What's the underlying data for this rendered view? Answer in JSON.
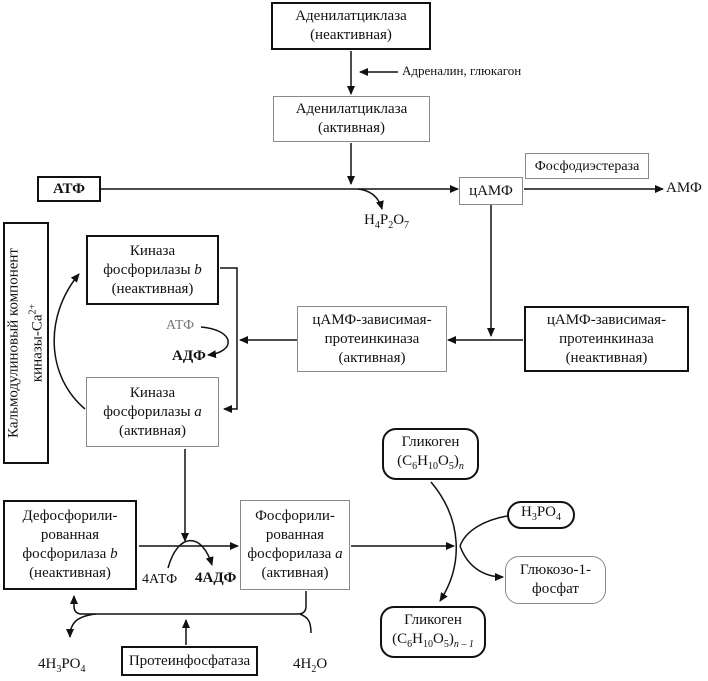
{
  "boxes": {
    "adenylate_inactive": [
      "Аденилатциклаза",
      "(неактивная)"
    ],
    "adenylate_active": [
      "Аденилатциклаза",
      "(активная)"
    ],
    "atp": "АТФ",
    "camp": "цАМФ",
    "phosphodiesterase": "Фосфодиэстераза",
    "camp_pk_active": [
      "цАМФ-зависимая-",
      "протеинкиназа",
      "(активная)"
    ],
    "camp_pk_inactive": [
      "цАМФ-зависимая-",
      "протеинкиназа",
      "(неактивная)"
    ],
    "kinase_b": [
      "Киназа",
      "фосфорилазы",
      "(неактивная)"
    ],
    "kinase_a": [
      "Киназа",
      "фосфорилазы",
      "(активная)"
    ],
    "calmodulin": [
      "Кальмодулиновый компонент",
      "киназы-Ca"
    ],
    "dephospho_b": [
      "Дефосфорили-",
      "рованная",
      "фосфорилаза",
      "(неактивная)"
    ],
    "phospho_a": [
      "Фосфорили-",
      "рованная",
      "фосфорилаза",
      "(активная)"
    ],
    "protein_phosphatase": "Протеинфосфатаза",
    "glycogen_n": [
      "Гликоген",
      "(C",
      "H",
      "O",
      ")"
    ],
    "glycogen_n1": [
      "Гликоген",
      "(C",
      "H",
      "O",
      ")"
    ],
    "h3po4": [
      "H",
      "PO"
    ],
    "glucose1p": [
      "Глюкозо-1-",
      "фосфат"
    ]
  },
  "labels": {
    "adrenaline": "Адреналин, глюкагон",
    "amp": "АМФ",
    "pyrophosphate": [
      "H",
      "P",
      "O"
    ],
    "atp_kinase": "АТФ",
    "adp_kinase": "АДФ",
    "atp4": "4АТФ",
    "adp4": "4АДФ",
    "h3po4_4": [
      "4H",
      "PO"
    ],
    "h2o_4": [
      "4H",
      "O"
    ],
    "letter_b": "b",
    "letter_a": "a",
    "sub_6": "6",
    "sub_10": "10",
    "sub_5": "5",
    "sub_n": "n",
    "sub_n1": "n – 1",
    "sub_2": "2",
    "sub_3": "3",
    "sub_4": "4",
    "sub_7": "7",
    "sup_ca": "2+"
  }
}
